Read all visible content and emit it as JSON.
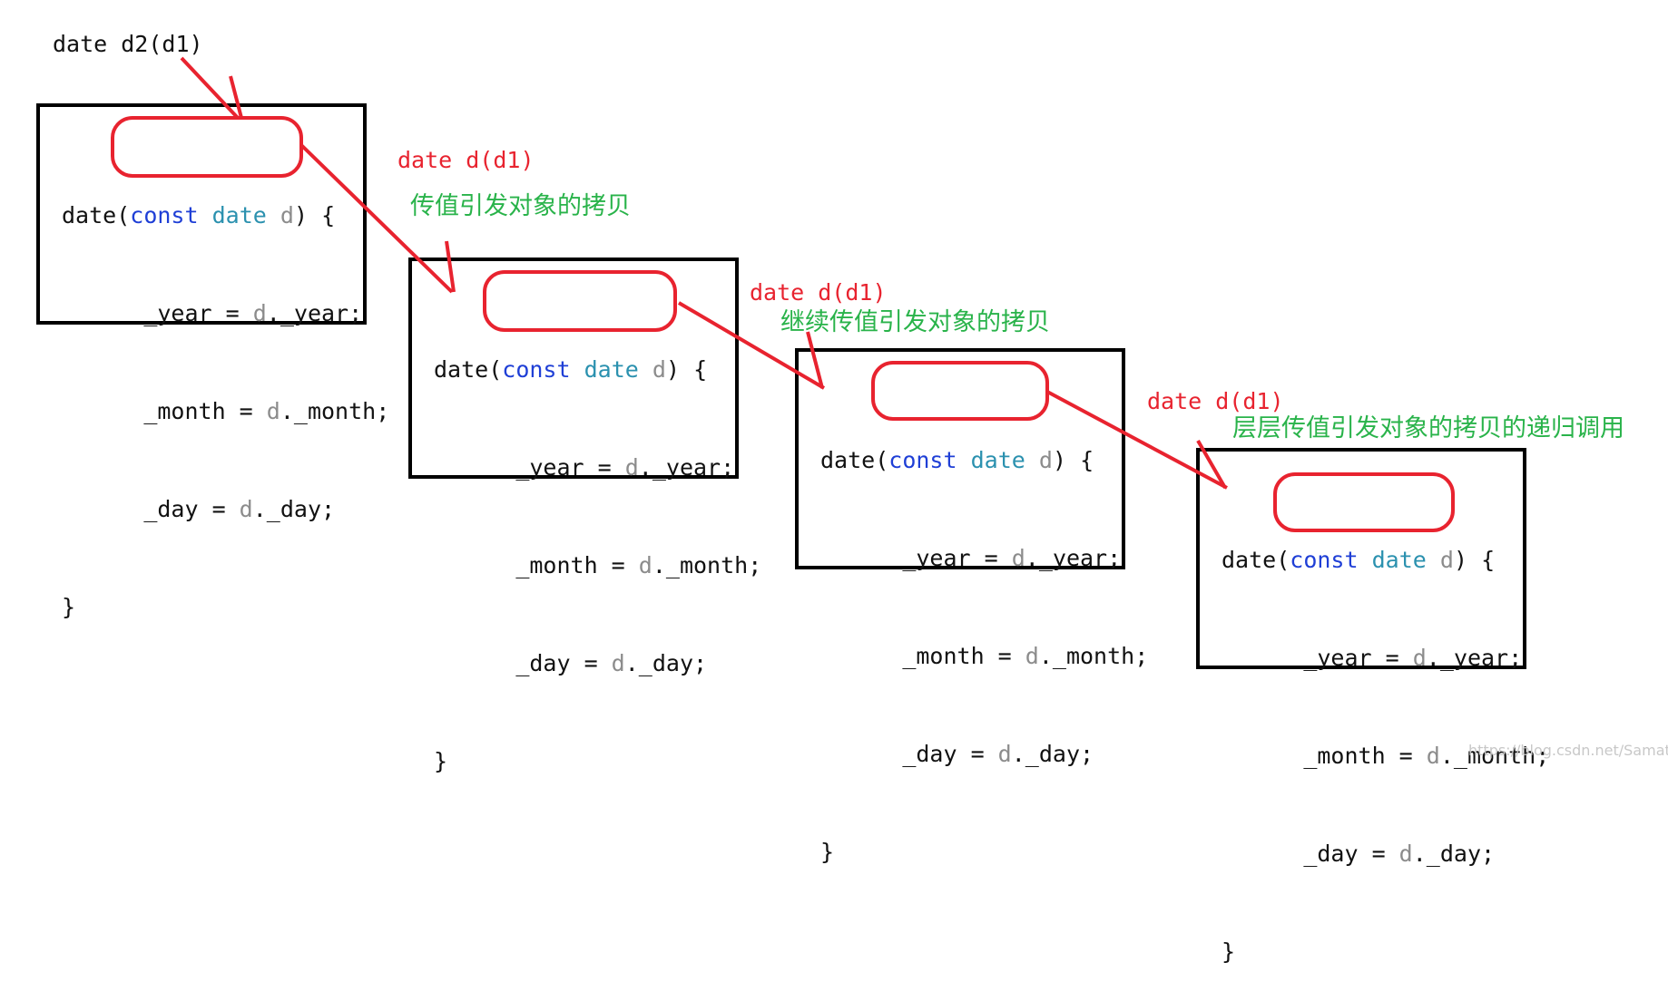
{
  "top_label": "date d2(d1)",
  "calls": [
    {
      "label": "date d(d1)"
    },
    {
      "label": "date d(d1)"
    },
    {
      "label": "date d(d1)"
    }
  ],
  "notes": [
    "传值引发对象的拷贝",
    "继续传值引发对象的拷贝",
    "层层传值引发对象的拷贝的递归调用"
  ],
  "code": {
    "fn": "date",
    "open_paren": "(",
    "kw_const": "const",
    "type": "date",
    "param": "d",
    "close": ")",
    "brace_open": "{",
    "lines": [
      {
        "left": "_year = ",
        "param": "d",
        "right": "._year;"
      },
      {
        "left": "_month = ",
        "param": "d",
        "right": "._month;"
      },
      {
        "left": "_day = ",
        "param": "d",
        "right": "._day;"
      }
    ],
    "brace_close": "}"
  },
  "colors": {
    "arrow": "#e8232f",
    "note": "#29b34a",
    "keyword": "#1f3fd6",
    "type": "#2b91af",
    "param": "#8c8c8c"
  },
  "watermark": "https://blog.csdn.net/Samature"
}
